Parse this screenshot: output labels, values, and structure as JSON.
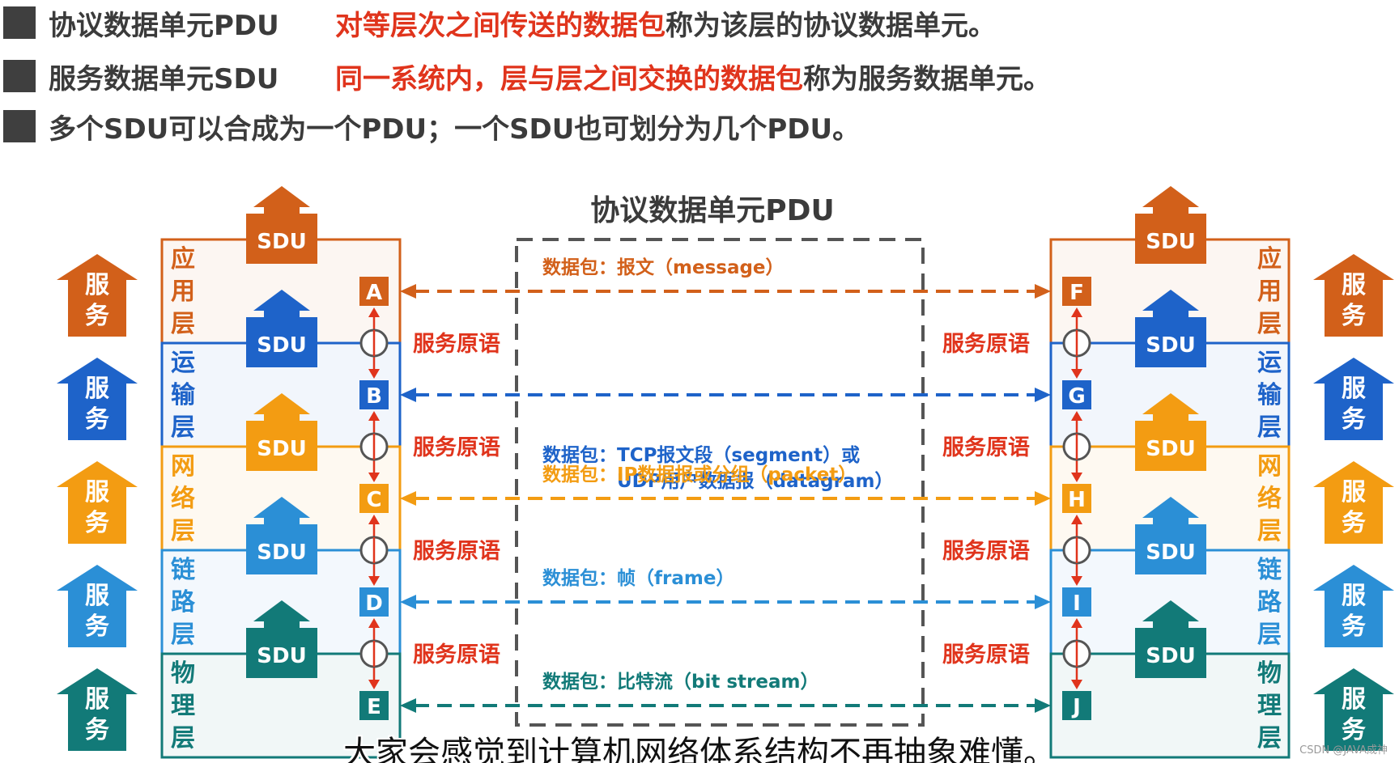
{
  "bullets": [
    {
      "term": "协议数据单元PDU",
      "highlight": "对等层次之间传送的数据包",
      "rest": "称为该层的协议数据单元。"
    },
    {
      "term": "服务数据单元SDU",
      "highlight": "同一系统内，层与层之间交换的数据包",
      "rest": "称为服务数据单元。"
    },
    {
      "full": "多个SDU可以合成为一个PDU；一个SDU也可划分为几个PDU。"
    }
  ],
  "pdu_title": "协议数据单元PDU",
  "sdu_label": "SDU",
  "service_label": [
    "服",
    "务"
  ],
  "primitive_label": "服务原语",
  "layers": [
    {
      "chars": [
        "应",
        "用",
        "层"
      ],
      "left_point": "A",
      "right_point": "F",
      "packet": "数据包：报文（message）",
      "color": "#d2601a"
    },
    {
      "chars": [
        "运",
        "输",
        "层"
      ],
      "left_point": "B",
      "right_point": "G",
      "packet": "数据包：TCP报文段（segment）或",
      "packet2": "UDP用户数据报（datagram）",
      "color": "#1e63c9"
    },
    {
      "chars": [
        "网",
        "络",
        "层"
      ],
      "left_point": "C",
      "right_point": "H",
      "packet": "数据包：IP数据报或分组（packet）",
      "color": "#f39c12"
    },
    {
      "chars": [
        "链",
        "路",
        "层"
      ],
      "left_point": "D",
      "right_point": "I",
      "packet": "数据包：帧（frame）",
      "color": "#2b8fd6"
    },
    {
      "chars": [
        "物",
        "理",
        "层"
      ],
      "left_point": "E",
      "right_point": "J",
      "packet": "数据包：比特流（bit stream）",
      "color": "#127a78"
    }
  ],
  "subtitle": "大家会感觉到计算机网络体系结构不再抽象难懂。",
  "watermark": "CSDN @JAVA成神"
}
